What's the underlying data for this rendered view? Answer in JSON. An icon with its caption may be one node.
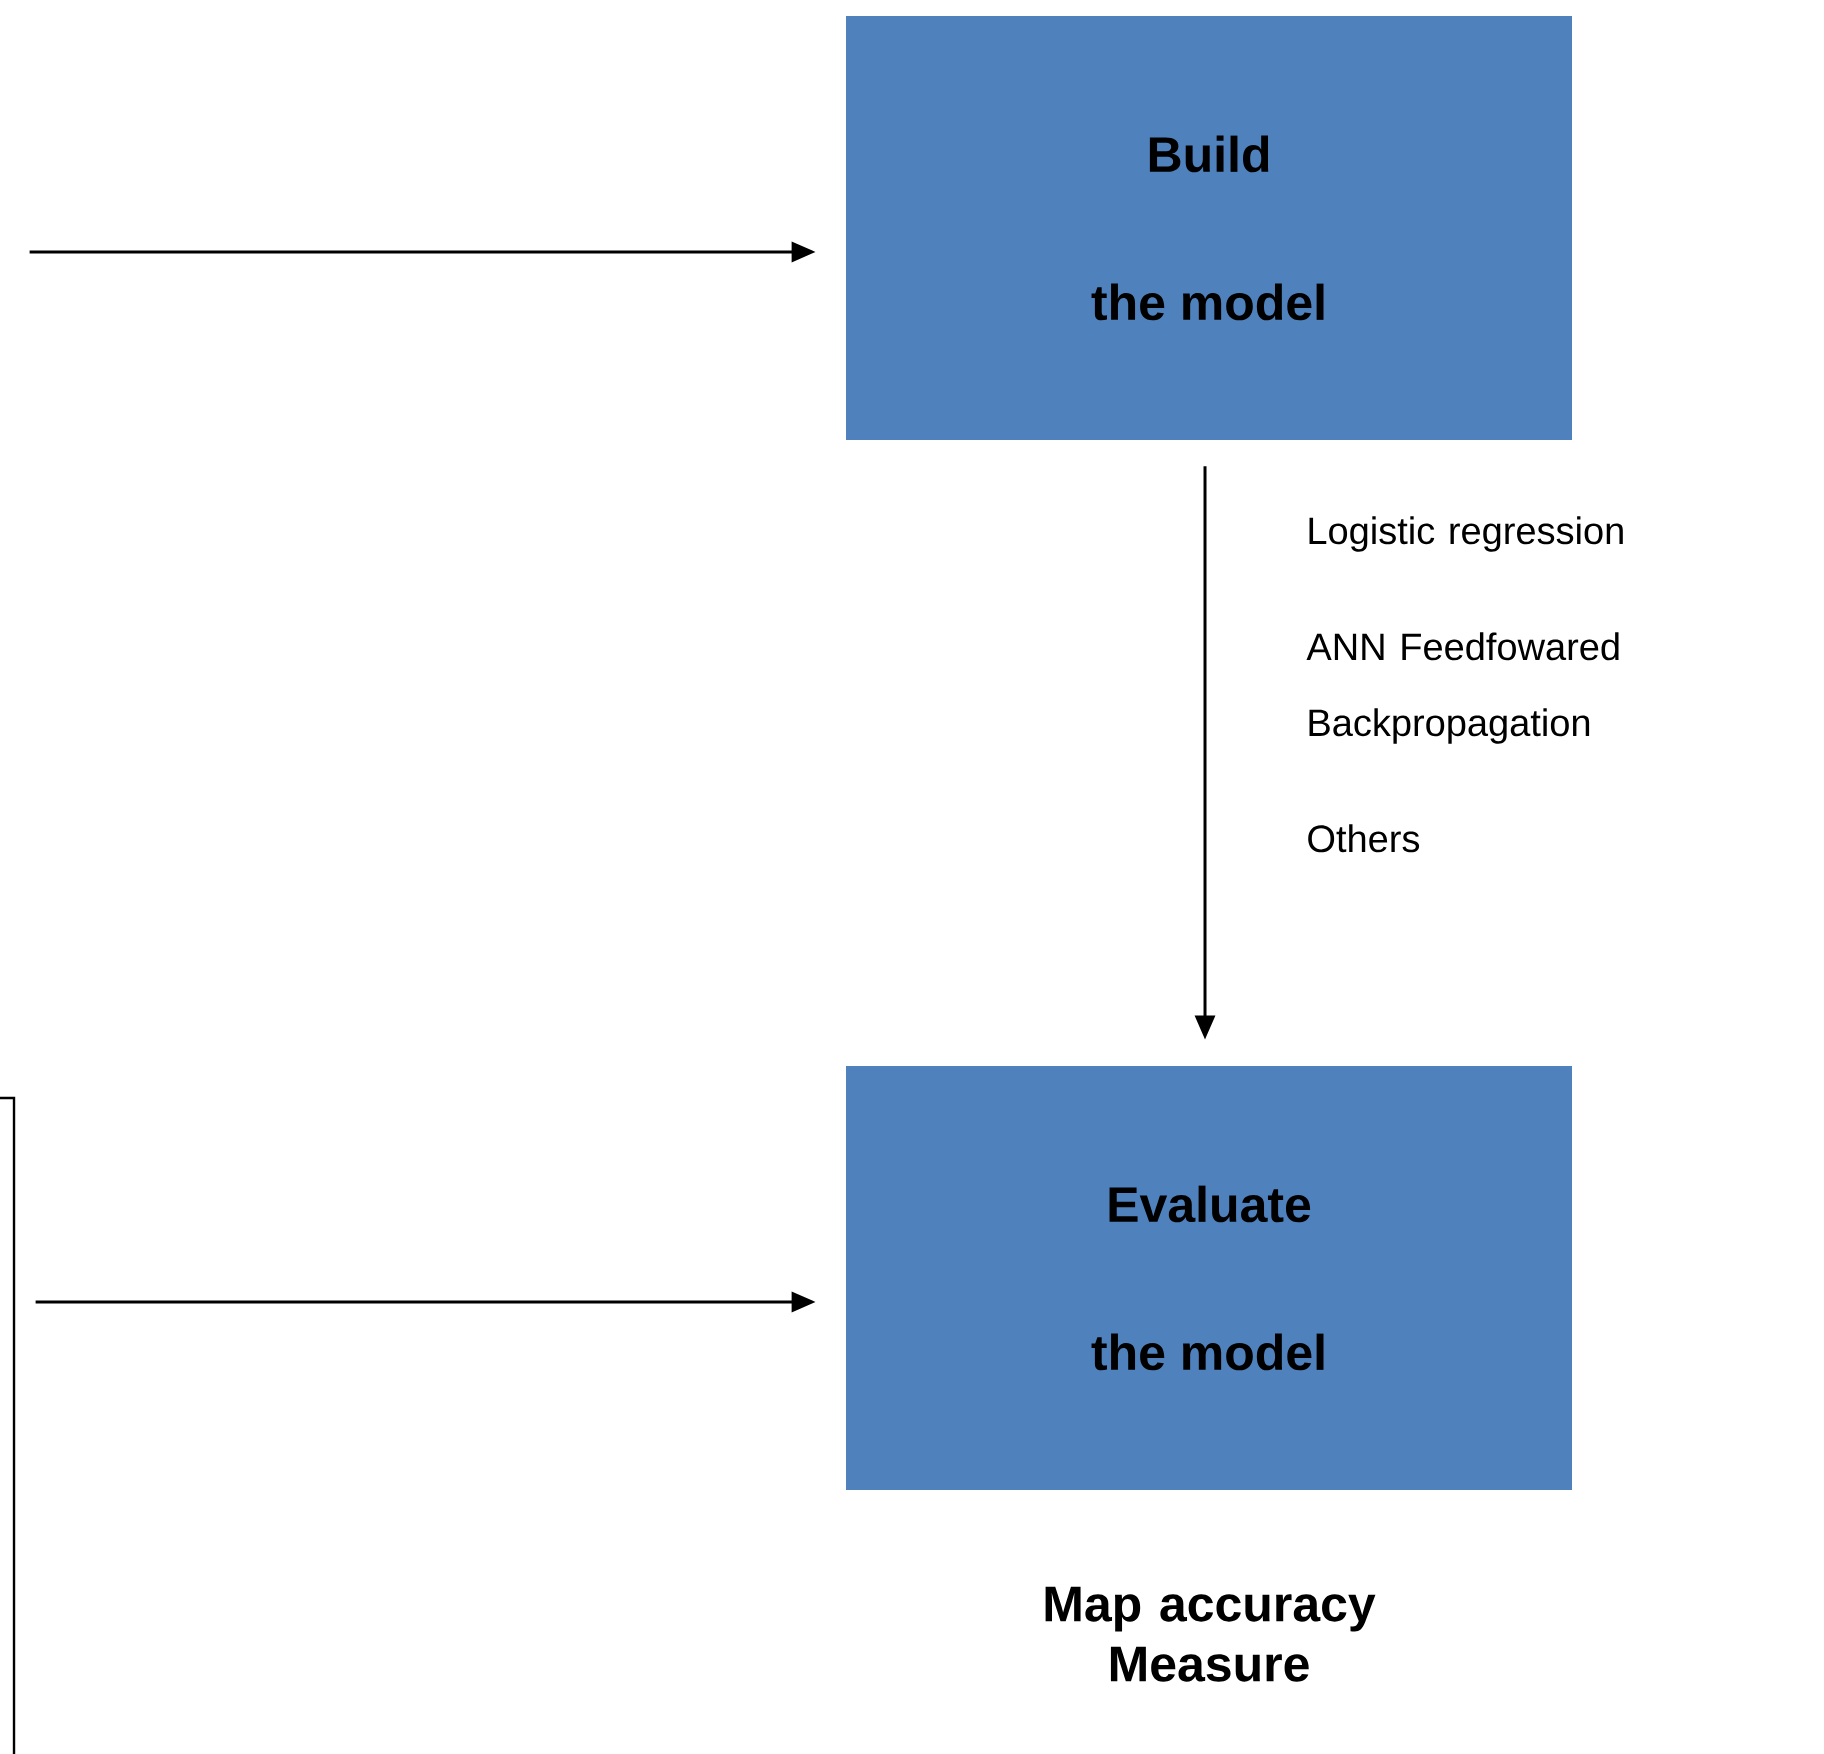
{
  "diagram": {
    "nodes": [
      {
        "text": [
          "Build",
          "the model"
        ]
      },
      {
        "text": [
          "Evaluate",
          "the model"
        ],
        "beside": [
          "Map accuracy Measure"
        ]
      }
    ],
    "edges": [
      {
        "from": null,
        "to": 0,
        "arrow": "to"
      },
      {
        "from": 0,
        "to": 1,
        "arrow": "to"
      },
      {
        "from": null,
        "to": 1,
        "arrow": "to"
      }
    ],
    "labels": [
      "Logistic regression",
      "ANN Feedfowared Backpropagation",
      "Others"
    ]
  }
}
